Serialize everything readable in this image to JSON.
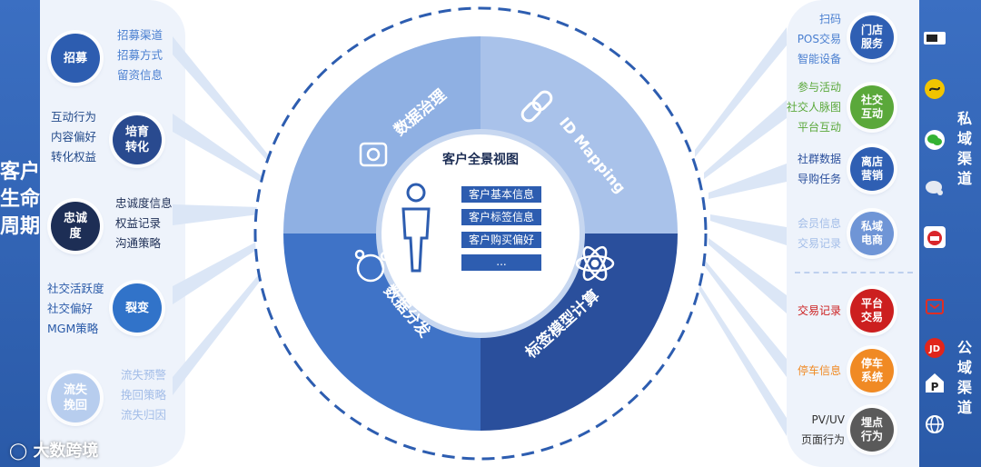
{
  "left": {
    "title": "客户生命周期",
    "stages": [
      {
        "label": "招募",
        "tags": [
          "招募渠道",
          "招募方式",
          "留资信息"
        ]
      },
      {
        "label": "培育\n转化",
        "tags": [
          "互动行为",
          "内容偏好",
          "转化权益"
        ]
      },
      {
        "label": "忠诚\n度",
        "tags": [
          "忠诚度信息",
          "权益记录",
          "沟通策略"
        ]
      },
      {
        "label": "裂变",
        "tags": [
          "社交活跃度",
          "社交偏好",
          "MGM策略"
        ]
      },
      {
        "label": "流失\n挽回",
        "tags": [
          "流失预警",
          "挽回策略",
          "流失归因"
        ]
      }
    ],
    "watermark": "大数跨境"
  },
  "center": {
    "title": "客户全景视图",
    "items": [
      "客户基本信息",
      "客户标签信息",
      "客户购买偏好",
      "..."
    ],
    "segments": [
      "数据治理",
      "ID Mapping",
      "标签模型计算",
      "数据分发"
    ]
  },
  "right": {
    "private_title": "私域渠道",
    "public_title": "公域渠道",
    "channels": [
      {
        "label": "门店\n服务",
        "tags": [
          "扫码",
          "POS交易",
          "智能设备"
        ],
        "color": "#2f5fb3"
      },
      {
        "label": "社交\n互动",
        "tags": [
          "参与活动",
          "社交人脉图",
          "平台互动"
        ],
        "color": "#5aa83a"
      },
      {
        "label": "离店\n营销",
        "tags": [
          "社群数据",
          "导购任务"
        ],
        "color": "#2f5fb3"
      },
      {
        "label": "私域\n电商",
        "tags": [
          "会员信息",
          "交易记录"
        ],
        "color": "#6f95d6"
      },
      {
        "label": "平台\n交易",
        "tags": [
          "交易记录"
        ],
        "color": "#cc1f1f"
      },
      {
        "label": "停车\n系统",
        "tags": [
          "停车信息"
        ],
        "color": "#f08a24"
      },
      {
        "label": "埋点\n行为",
        "tags": [
          "PV/UV",
          "页面行为"
        ],
        "color": "#5a5a5a"
      }
    ],
    "icons": [
      "pos-terminal-icon",
      "mini-program-icon",
      "wechat-icon",
      "chat-icon",
      "shop-icon",
      "tmall-icon",
      "jd-icon",
      "parking-icon",
      "globe-icon"
    ]
  }
}
